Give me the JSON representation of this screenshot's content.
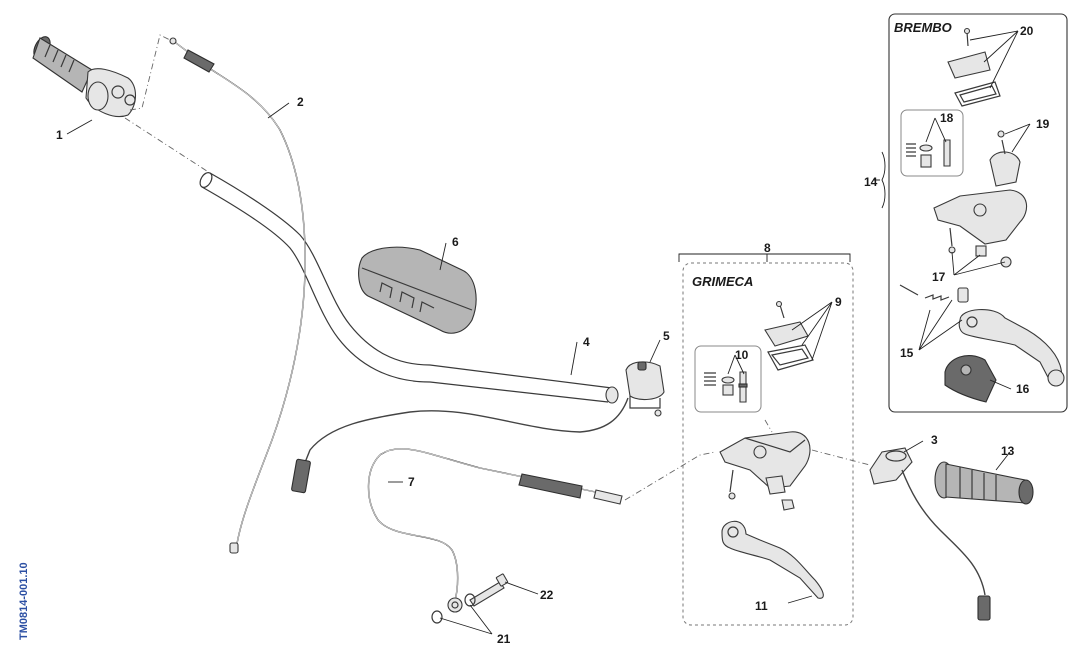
{
  "drawing_code": "TM0814-001.10",
  "groups": {
    "brembo": "BREMBO",
    "grimeca": "GRIMECA"
  },
  "callouts": {
    "c1": "1",
    "c2": "2",
    "c3": "3",
    "c4": "4",
    "c5": "5",
    "c6": "6",
    "c7": "7",
    "c8": "8",
    "c9": "9",
    "c10": "10",
    "c11": "11",
    "c13": "13",
    "c14": "14",
    "c15": "15",
    "c16": "16",
    "c17": "17",
    "c18": "18",
    "c19": "19",
    "c20": "20",
    "c21": "21",
    "c22": "22"
  }
}
